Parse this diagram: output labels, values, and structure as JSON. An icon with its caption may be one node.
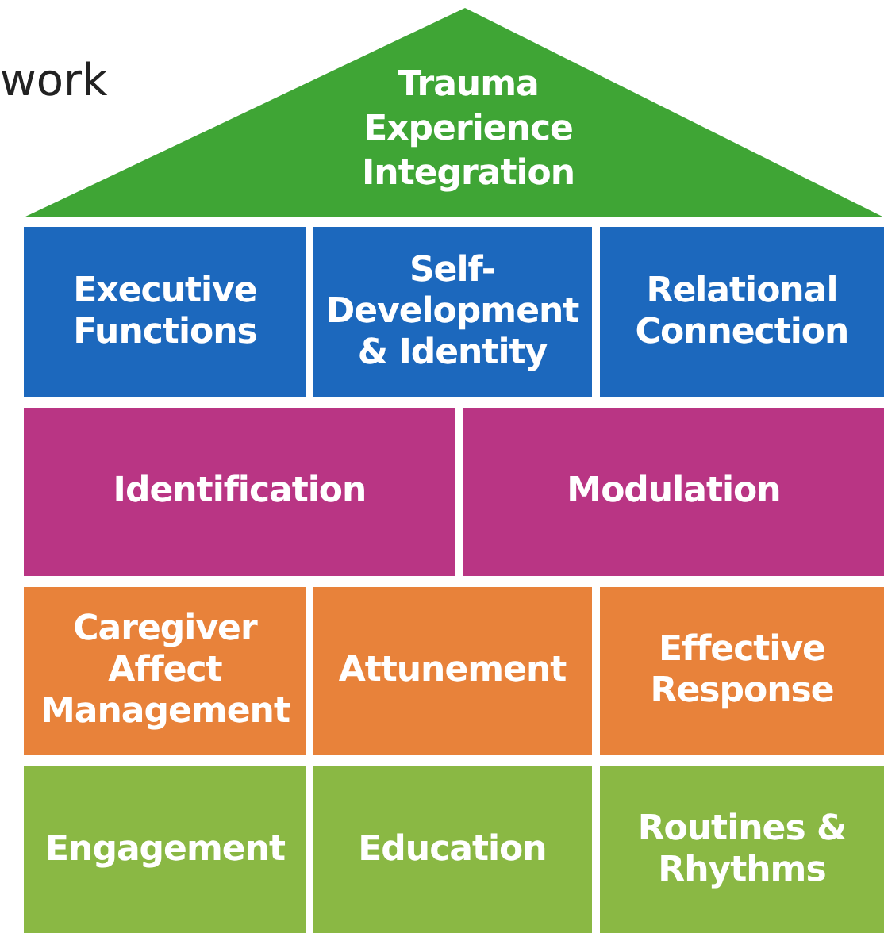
{
  "diagram": {
    "nodes": [
      {
        "text": [
          "Trauma Experience Integration"
        ]
      },
      {
        "text": [
          "Executive Functions"
        ]
      },
      {
        "text": [
          "Self-Development & Identity"
        ]
      },
      {
        "text": [
          "Relational Connection"
        ]
      },
      {
        "text": [
          "Identification"
        ]
      },
      {
        "text": [
          "Modulation"
        ]
      },
      {
        "text": [
          "Caregiver Affect Management"
        ]
      },
      {
        "text": [
          "Attunement"
        ]
      },
      {
        "text": [
          "Effective Response"
        ]
      },
      {
        "text": [
          "Engagement"
        ]
      },
      {
        "text": [
          "Education"
        ]
      },
      {
        "text": [
          "Routines & Rhythms"
        ]
      }
    ],
    "labels": [
      "work"
    ]
  }
}
